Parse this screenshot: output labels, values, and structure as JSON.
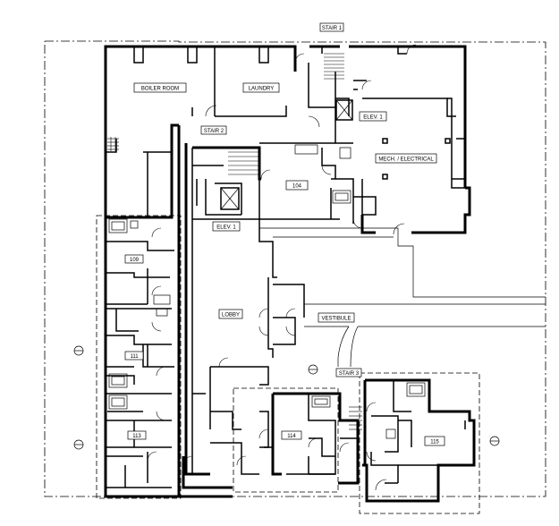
{
  "rooms": {
    "boiler": "BOILER ROOM",
    "laundry": "LAUNDRY",
    "stair1": "STAIR 1",
    "stair2": "STAIR 2",
    "stair3": "STAIR 3",
    "elev1_top": "ELEV. 1",
    "elev1_left": "ELEV. 1",
    "mech": "MECH. / ELECTRICAL",
    "r104": "104",
    "r109": "109",
    "r111": "111",
    "r113": "113",
    "r114": "114",
    "r115": "115",
    "lobby": "LOBBY",
    "vestibule": "VESTIBULE"
  }
}
